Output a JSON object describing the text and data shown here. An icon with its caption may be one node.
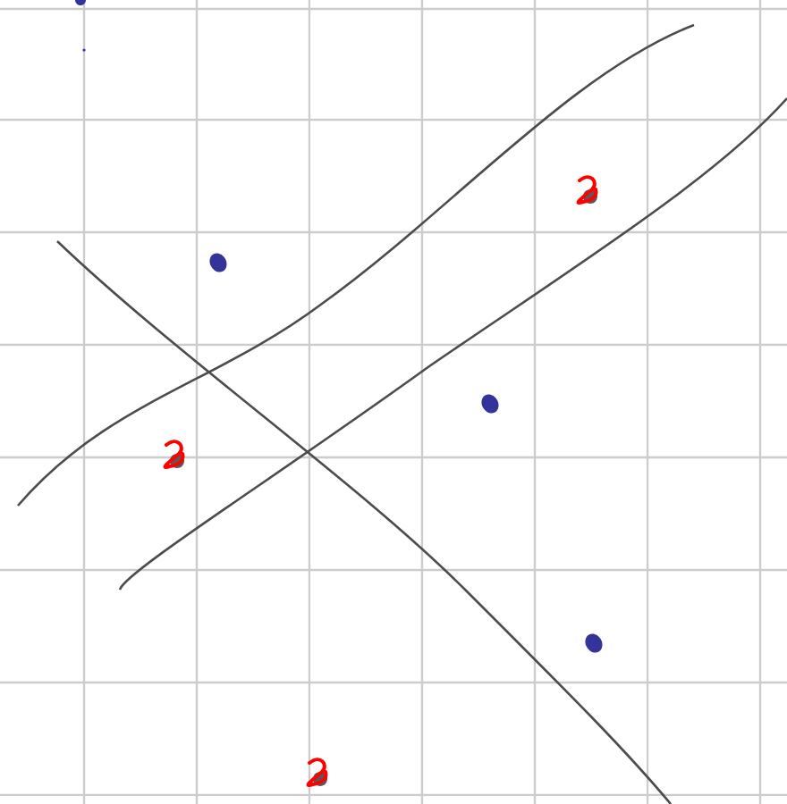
{
  "diagram": {
    "nodes": [
      {
        "text": [],
        "shape": "scribble"
      },
      {
        "text": [],
        "shape": "dot"
      },
      {
        "text": [],
        "shape": "dot"
      },
      {
        "text": [],
        "shape": "scribble"
      },
      {
        "text": [],
        "shape": "dot"
      },
      {
        "text": [],
        "shape": "scribble"
      }
    ]
  }
}
